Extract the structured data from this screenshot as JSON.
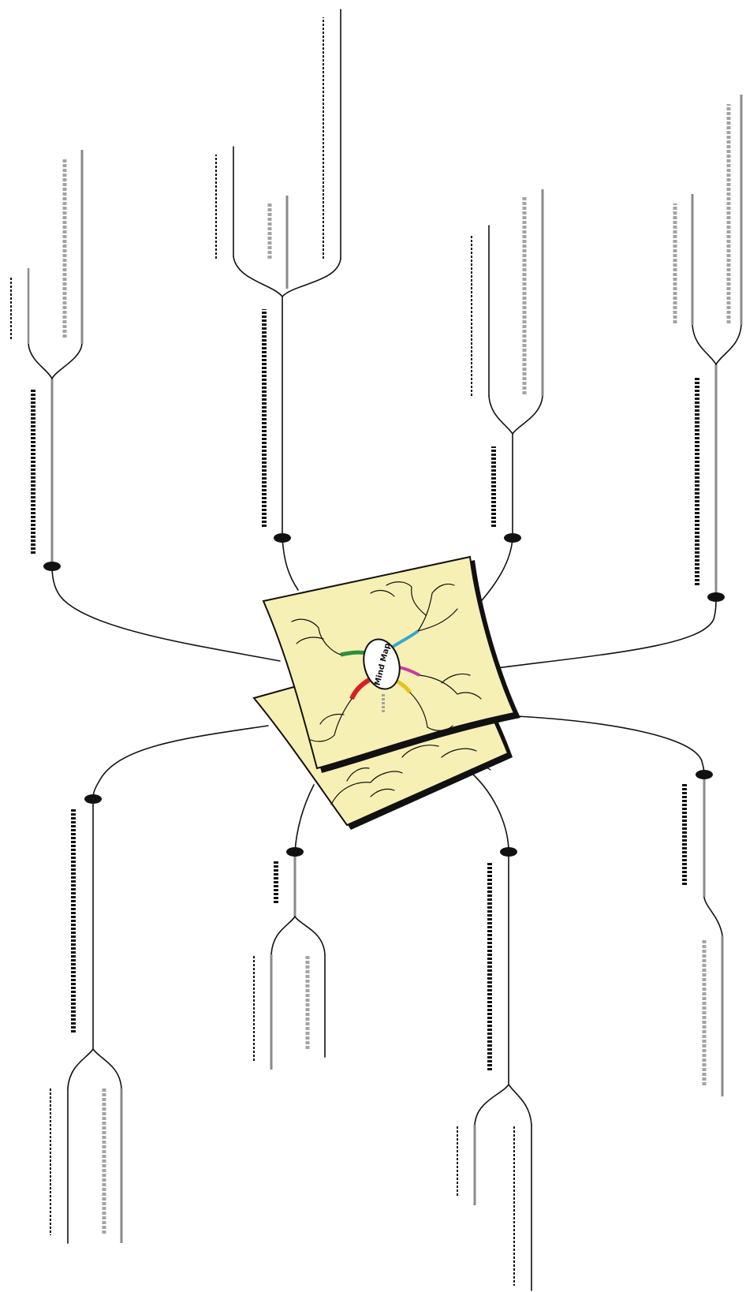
{
  "diagram": {
    "kind": "mind-map-template",
    "central_image": {
      "label": "Mind Map",
      "paper_color": "#f7f0b4",
      "paper_outline": "#111111"
    },
    "colors": {
      "main_line": "#111111",
      "sub_line": "#8a8a8a",
      "label_dash_black": "#111111",
      "label_dash_grey": "#a3a3a3",
      "central_branch_colors": [
        "#3aa6d0",
        "#2d8f3c",
        "#d81f26",
        "#e8c21c",
        "#c63ea6"
      ]
    },
    "branch_count": 8
  }
}
